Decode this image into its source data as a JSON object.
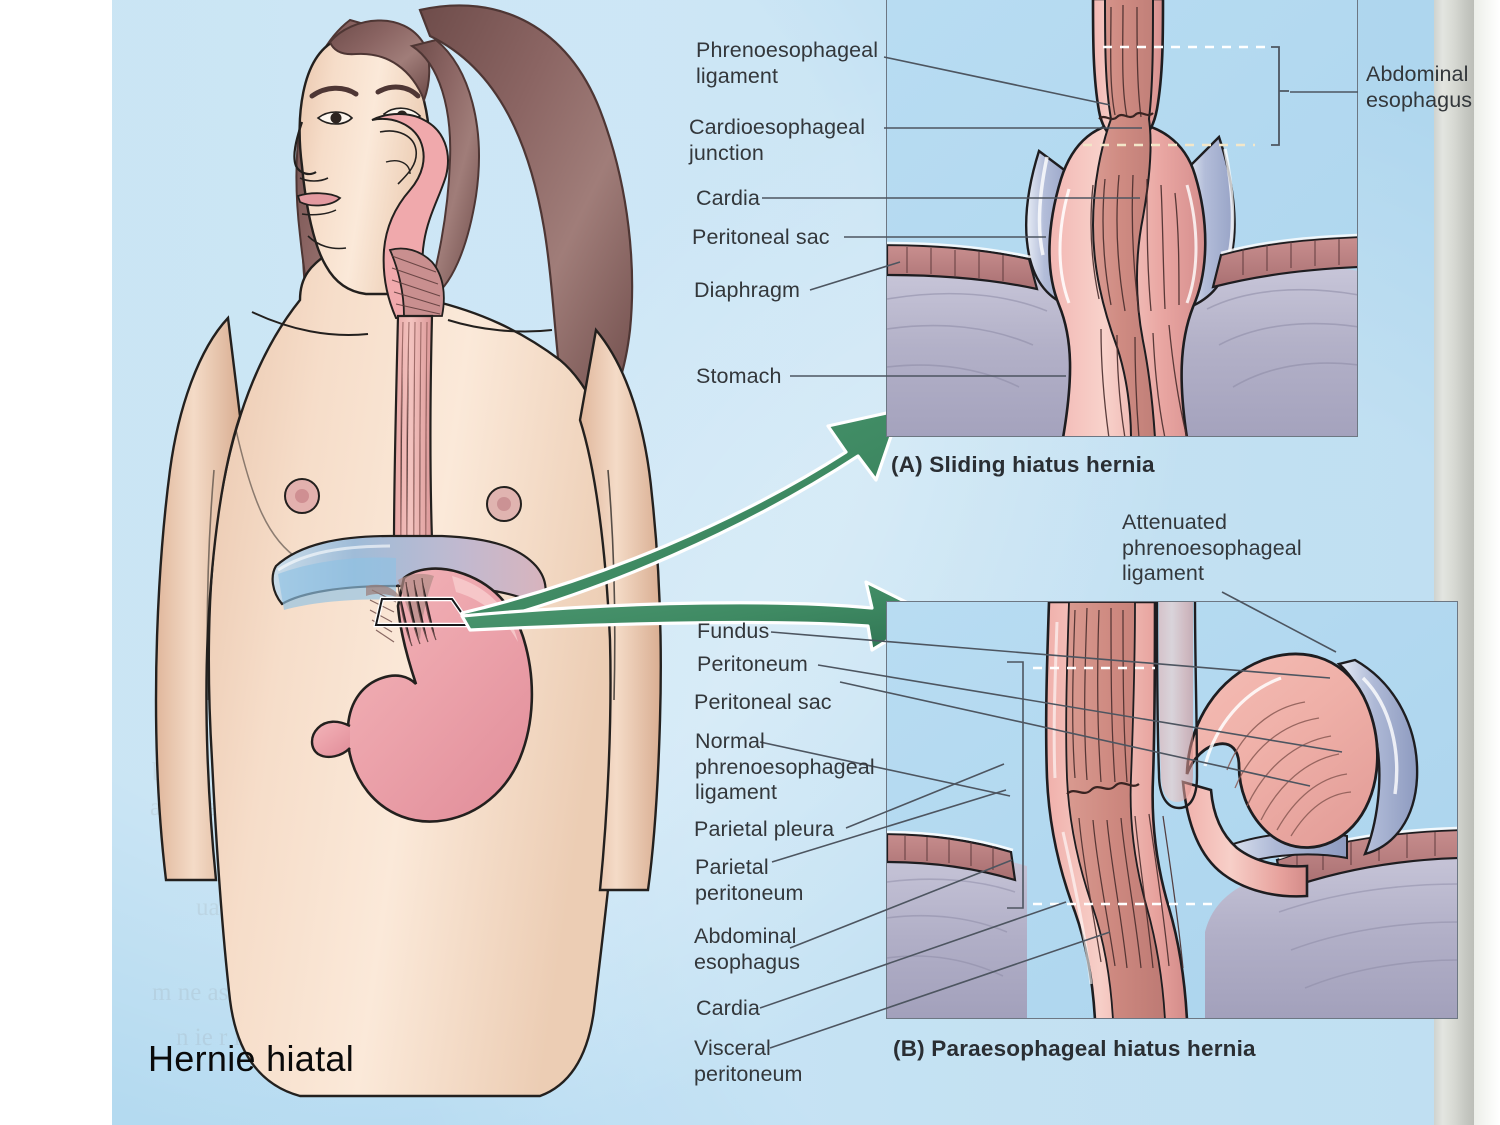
{
  "slide": {
    "title": "Hernie hiatal",
    "background_color": "#b4daf0",
    "label_color": "#33373b",
    "arrow_color": "#3d8c63"
  },
  "panel_a": {
    "caption": "(A) Sliding hiatus hernia",
    "left_labels": [
      "Phrenoesophageal\nligament",
      "Cardioesophageal\njunction",
      "Cardia",
      "Peritoneal sac",
      "Diaphragm",
      "Stomach"
    ],
    "right_labels": [
      "Abdominal\nesophagus"
    ]
  },
  "panel_b": {
    "caption": "(B) Paraesophageal hiatus hernia",
    "top_label": "Attenuated\nphrenoesophageal\nligament",
    "left_labels": [
      "Fundus",
      "Peritoneum",
      "Peritoneal sac",
      "Normal\nphrenoesophageal\nligament",
      "Parietal pleura",
      "Parietal\nperitoneum",
      "Abdominal\nesophagus",
      "Cardia",
      "Visceral\nperitoneum"
    ]
  },
  "body_figure": {
    "name": "female-torso-anatomy",
    "structures": [
      "nasal cavity",
      "pharynx",
      "esophagus",
      "diaphragm",
      "stomach",
      "fundus",
      "pylorus"
    ]
  }
}
